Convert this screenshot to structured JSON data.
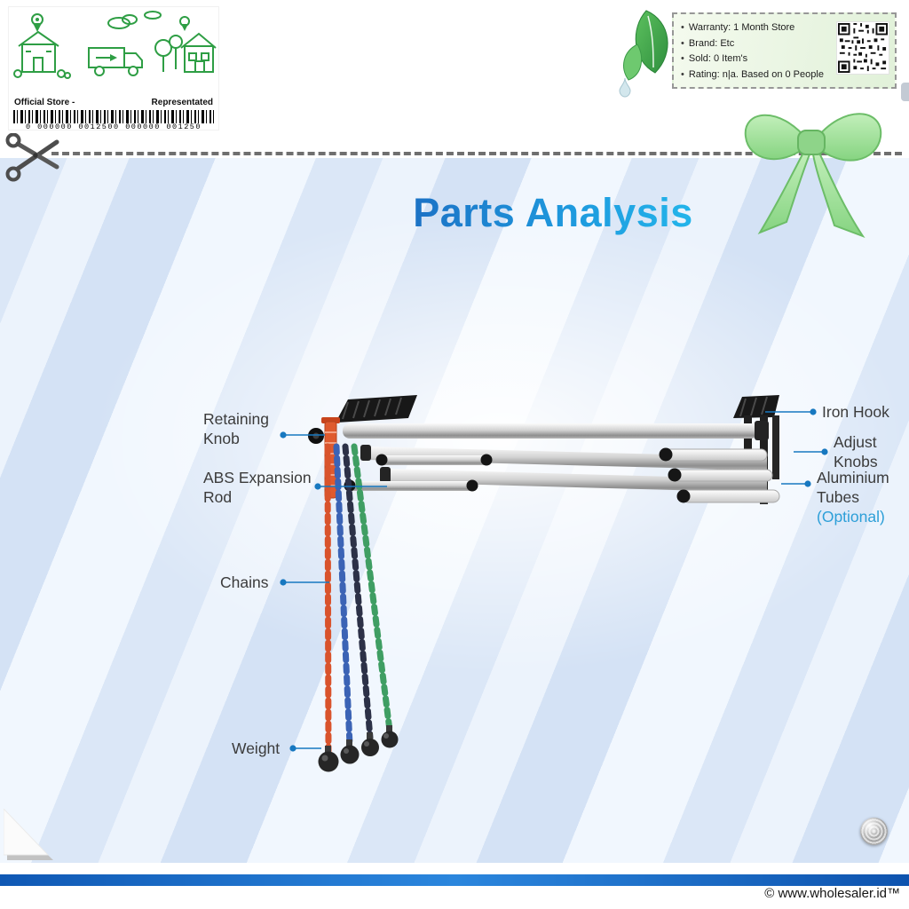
{
  "header": {
    "coupon": {
      "official_store": "Official Store -",
      "represented": "Representated",
      "barcode_digits": "0 000000 0012500 000000 001250"
    },
    "product_info": {
      "bullets": [
        "Warranty: 1 Month Store",
        "Brand: Etc",
        "Sold: 0 Item's",
        "Rating: n|a. Based on 0 People"
      ]
    }
  },
  "diagram": {
    "title": "Parts Analysis",
    "parts": {
      "retaining_knob": "Retaining Knob",
      "abs_expansion_rod": "ABS Expansion Rod",
      "chains": "Chains",
      "weight": "Weight",
      "iron_hook": "Iron Hook",
      "adjust_knobs": "Adjust Knobs",
      "aluminium_tubes": "Aluminium Tubes",
      "aluminium_tubes_note": "(Optional)"
    }
  },
  "footer": {
    "copyright": "© www.wholesaler.id™"
  },
  "colors": {
    "title_blue": "#1e88d2",
    "leader_blue": "#1778c0",
    "optional_blue": "#2d9fd8",
    "brand_green": "#2e9e44",
    "footer_bar_blue": "#1565c0",
    "chain_red": "#d9532c",
    "chain_blue": "#3b63b5",
    "chain_dark": "#2c3147",
    "chain_green": "#3f9e63"
  }
}
